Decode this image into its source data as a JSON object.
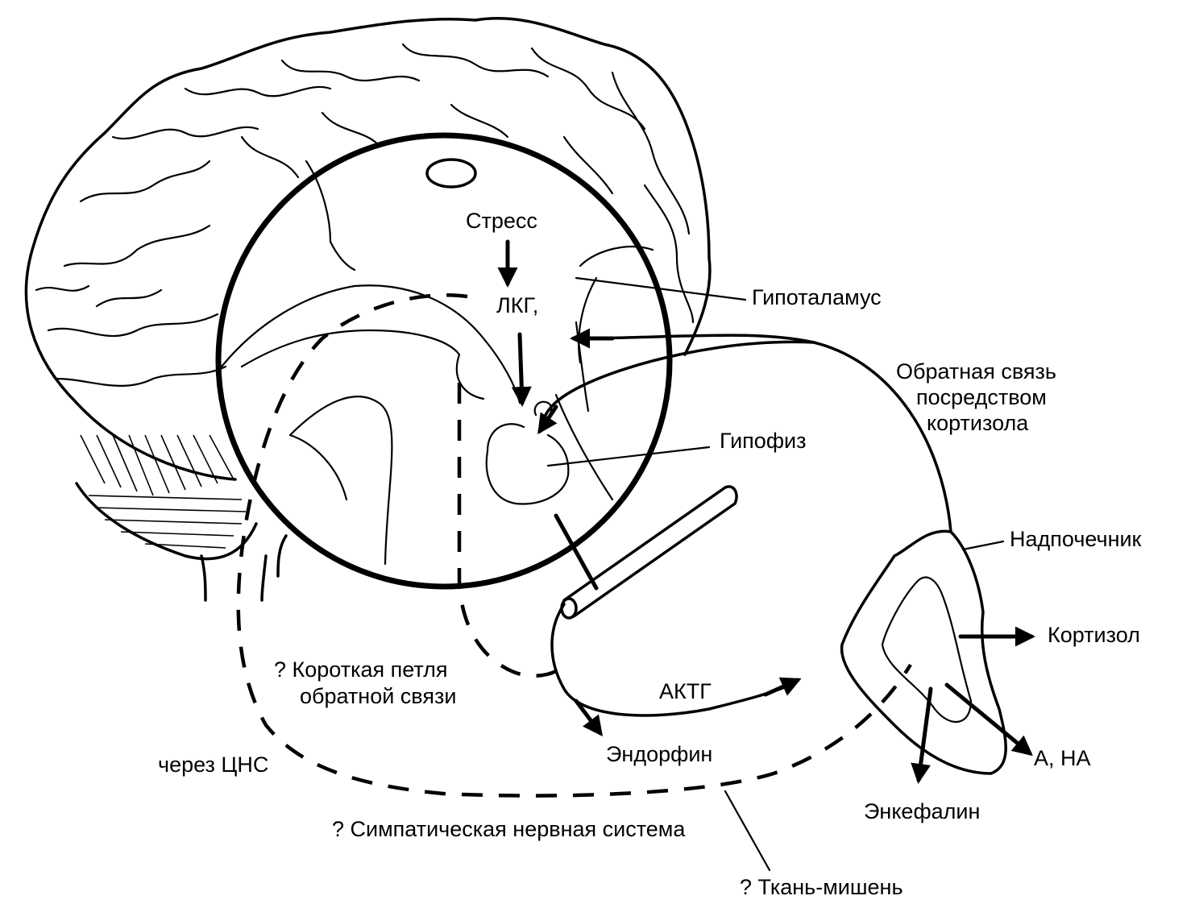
{
  "labels": {
    "stress": "Стресс",
    "lkg": "ЛКГ,",
    "hypothalamus": "Гипоталамус",
    "feedback_line1": "Обратная связь",
    "feedback_line2": "посредством",
    "feedback_line3": "кортизола",
    "pituitary": "Гипофиз",
    "adrenal": "Надпочечник",
    "cortisol": "Кортизол",
    "short_loop_line1": "? Короткая петля",
    "short_loop_line2": "обратной связи",
    "acth": "АКТГ",
    "endorphin": "Эндорфин",
    "via_cns": "через ЦНС",
    "a_na": "А, НА",
    "enkephalin": "Энкефалин",
    "sympathetic": "? Симпатическая нервная система",
    "target_tissue": "? Ткань-мишень"
  }
}
